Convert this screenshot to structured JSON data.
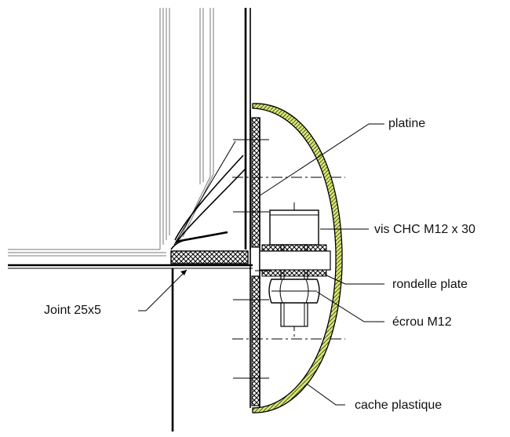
{
  "labels": {
    "platine": "platine",
    "vis": "vis CHC M12 x 30",
    "rondelle": "rondelle plate",
    "ecrou": "écrou M12",
    "cache": "cache plastique",
    "joint": "Joint  25x5"
  },
  "colors": {
    "cover_fill": "#d8e86a",
    "hatch": "#000000",
    "line": "#000000"
  }
}
